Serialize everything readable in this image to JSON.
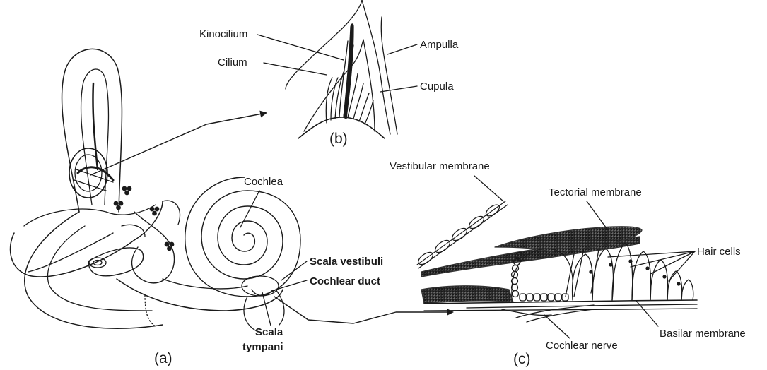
{
  "panel_a": {
    "caption": "(a)",
    "labels": {
      "cochlea": "Cochlea",
      "scala_vestibuli": "Scala vestibuli",
      "cochlear_duct": "Cochlear duct",
      "scala_tympani_line1": "Scala",
      "scala_tympani_line2": "tympani"
    }
  },
  "panel_b": {
    "caption": "(b)",
    "labels": {
      "kinocilium": "Kinocilium",
      "cilium": "Cilium",
      "ampulla": "Ampulla",
      "cupula": "Cupula"
    }
  },
  "panel_c": {
    "caption": "(c)",
    "labels": {
      "vestibular_membrane": "Vestibular membrane",
      "tectorial_membrane": "Tectorial membrane",
      "hair_cells": "Hair cells",
      "basilar_membrane": "Basilar membrane",
      "cochlear_nerve": "Cochlear nerve"
    }
  },
  "colors": {
    "line": "#1a1a1a",
    "shade": "#555555",
    "shade_light": "#8a8a8a"
  }
}
